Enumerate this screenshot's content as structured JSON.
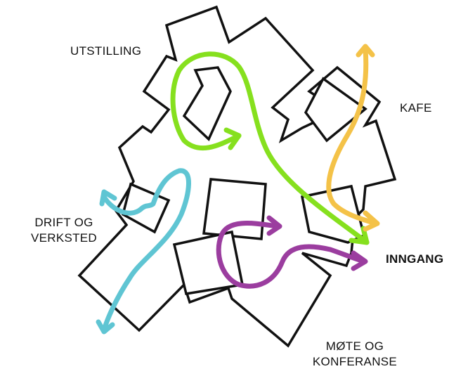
{
  "labels": {
    "utstilling": "UTSTILLING",
    "kafe": "KAFE",
    "drift_line1": "DRIFT OG",
    "drift_line2": "VERKSTED",
    "inngang": "INNGANG",
    "mote_line1": "MØTE OG",
    "mote_line2": "KONFERANSE"
  },
  "colors": {
    "outline": "#111111",
    "green": "#86e01e",
    "yellow": "#f4c248",
    "cyan": "#5fc5d3",
    "purple": "#9b3d9f"
  }
}
